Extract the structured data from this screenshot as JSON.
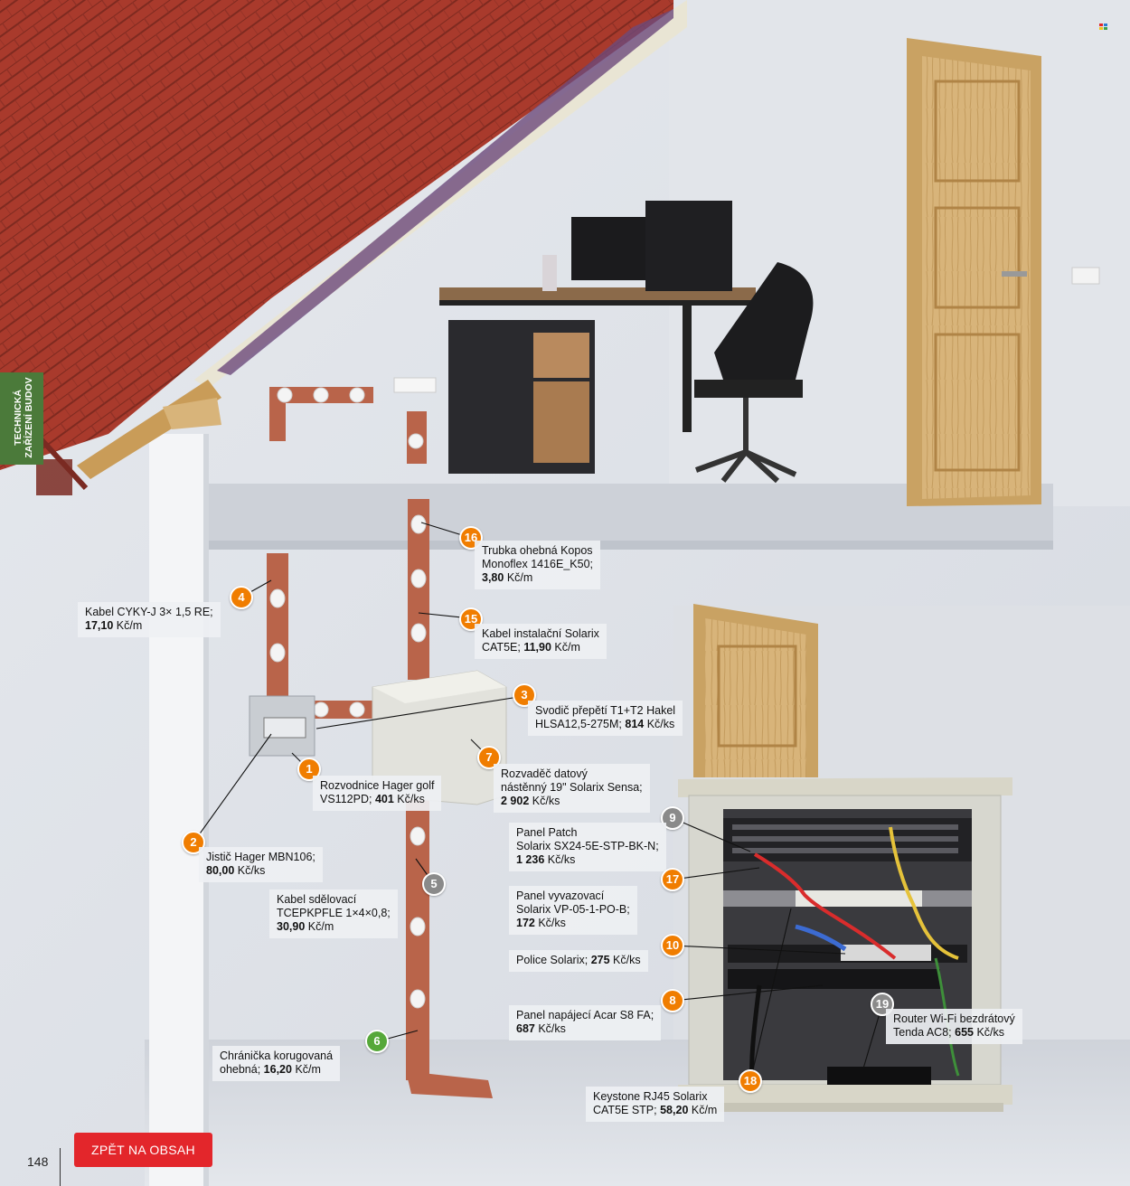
{
  "page": {
    "number": "148",
    "back_button_label": "ZPĚT NA OBSAH",
    "side_tab": {
      "line1": "TECHNICKÁ",
      "line2": "ZAŘÍZENÍ BUDOV"
    }
  },
  "colors": {
    "accent_red": "#e3262b",
    "marker_orange": "#f07d00",
    "marker_grey": "#8a8a8a",
    "marker_green": "#56a83a",
    "side_tab_green": "#4b7a3a"
  },
  "callouts": {
    "c16": {
      "num": "16",
      "line1": "Trubka ohebná Kopos",
      "line2a": "Monoflex 1416E_K50;",
      "price": "3,80",
      "unit": "Kč/m"
    },
    "c4": {
      "num": "4",
      "line1": "Kabel CYKY-J 3× 1,5 RE;",
      "price": "17,10",
      "unit": "Kč/m"
    },
    "c15": {
      "num": "15",
      "line1": "Kabel instalační Solarix",
      "line2a": "CAT5E;",
      "price": "11,90",
      "unit": "Kč/m"
    },
    "c3": {
      "num": "3",
      "line1": "Svodič přepětí T1+T2 Hakel",
      "line2a": "HLSA12,5-275M;",
      "price": "814",
      "unit": "Kč/ks"
    },
    "c1": {
      "num": "1",
      "line1": "Rozvodnice Hager golf",
      "line2a": "VS112PD;",
      "price": "401",
      "unit": "Kč/ks"
    },
    "c7": {
      "num": "7",
      "line1": "Rozvaděč datový",
      "line2": "nástěnný 19\" Solarix Sensa;",
      "price": "2 902",
      "unit": "Kč/ks"
    },
    "c9": {
      "num": "9",
      "line1": "Panel Patch",
      "line2": "Solarix SX24-5E-STP-BK-N;",
      "price": "1 236",
      "unit": "Kč/ks"
    },
    "c2": {
      "num": "2",
      "line1": "Jistič Hager MBN106;",
      "price": "80,00",
      "unit": "Kč/ks"
    },
    "c5": {
      "num": "5",
      "line1": "Kabel sdělovací",
      "line2": "TCEPKPFLE 1×4×0,8;",
      "price": "30,90",
      "unit": "Kč/m"
    },
    "c17": {
      "num": "17",
      "line1": "Panel vyvazovací",
      "line2": "Solarix VP-05-1-PO-B;",
      "price": "172",
      "unit": "Kč/ks"
    },
    "c10": {
      "num": "10",
      "line1a": "Police Solarix;",
      "price": "275",
      "unit": "Kč/ks"
    },
    "c8": {
      "num": "8",
      "line1": "Panel napájecí Acar S8 FA;",
      "price": "687",
      "unit": "Kč/ks"
    },
    "c19": {
      "num": "19",
      "line1": "Router Wi-Fi bezdrátový",
      "line2a": "Tenda AC8;",
      "price": "655",
      "unit": "Kč/ks"
    },
    "c6": {
      "num": "6",
      "line1": "Chránička korugovaná",
      "line2a": "ohebná;",
      "price": "16,20",
      "unit": "Kč/m"
    },
    "c18": {
      "num": "18",
      "line1": "Keystone RJ45 Solarix",
      "line2a": "CAT5E STP;",
      "price": "58,20",
      "unit": "Kč/m"
    }
  }
}
